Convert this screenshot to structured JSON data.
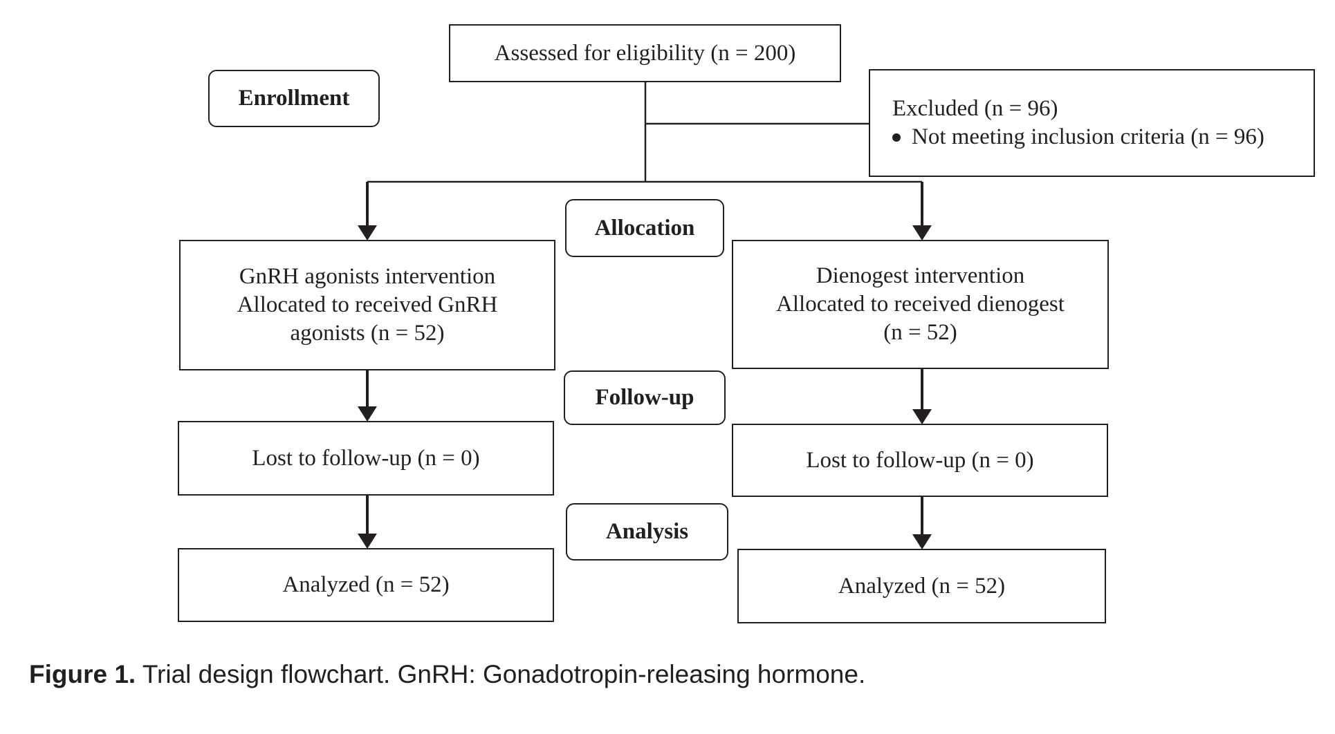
{
  "flowchart": {
    "stages": {
      "enrollment": "Enrollment",
      "allocation": "Allocation",
      "followup": "Follow-up",
      "analysis": "Analysis"
    },
    "assessed": "Assessed for eligibility (n = 200)",
    "excluded": {
      "title": "Excluded (n = 96)",
      "reason": "Not meeting inclusion criteria (n = 96)"
    },
    "left_arm": {
      "allocation_lines": [
        "GnRH agonists intervention",
        "Allocated to received GnRH",
        "agonists (n = 52)"
      ],
      "lost": "Lost to follow-up (n = 0)",
      "analyzed": "Analyzed (n = 52)"
    },
    "right_arm": {
      "allocation_lines": [
        "Dienogest intervention",
        "Allocated to received dienogest",
        "(n = 52)"
      ],
      "lost": "Lost to follow-up (n = 0)",
      "analyzed": "Analyzed (n = 52)"
    }
  },
  "caption": {
    "label": "Figure 1.",
    "text": "Trial design flowchart. GnRH: Gonadotropin-releasing hormone."
  },
  "colors": {
    "line": "#231f20",
    "background": "#ffffff"
  }
}
